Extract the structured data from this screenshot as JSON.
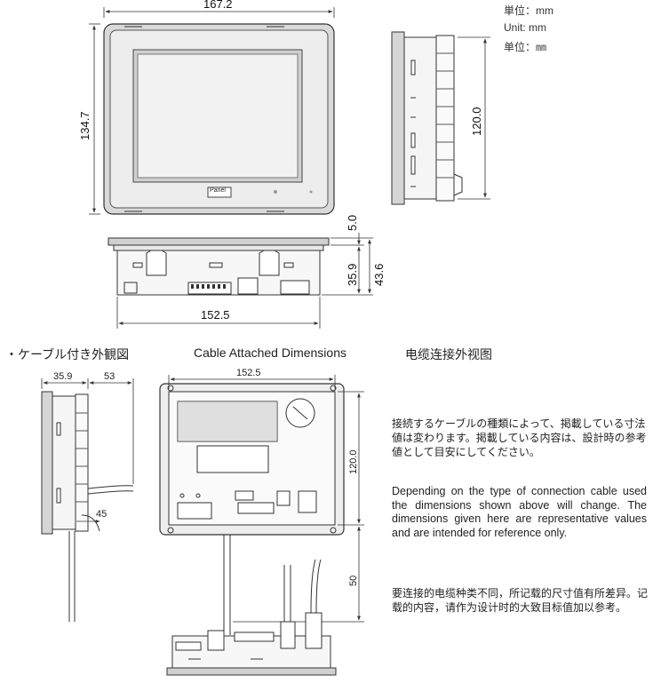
{
  "units": {
    "ja": "単位：mm",
    "en": "Unit: mm",
    "zh": "单位：㎜"
  },
  "front": {
    "width": "167.2",
    "height": "134.7",
    "logo": "Panel"
  },
  "side": {
    "height": "120.0"
  },
  "bottom": {
    "depth_top": "5.0",
    "depth_body": "35.9",
    "depth_total": "43.6",
    "width": "152.5"
  },
  "section": {
    "title_ja": "・ケーブル付き外観図",
    "title_en": "Cable Attached Dimensions",
    "title_zh": "电缆连接外视图"
  },
  "cable_side": {
    "depth": "35.9",
    "cable": "53",
    "bend": "45"
  },
  "rear": {
    "width": "152.5",
    "height": "120.0",
    "cable": "50"
  },
  "notes": {
    "ja": "接続するケーブルの種類によって、掲載している寸法値は変わります。掲載している内容は、設計時の参考値として目安にしてください。",
    "en": "Depending on the type of connection cable used the dimensions shown above will change. The dimensions given here are representative values and are intended for reference only.",
    "zh": "要连接的电缆种类不同，所记载的尺寸值有所差异。记载的内容，请作为设计时的大致目标值加以参考。"
  }
}
